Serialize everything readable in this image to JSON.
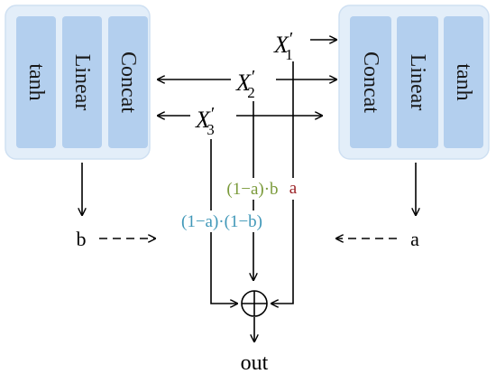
{
  "left_module": {
    "layers": [
      "tanh",
      "Linear",
      "Concat"
    ],
    "output": "b"
  },
  "right_module": {
    "layers": [
      "Concat",
      "Linear",
      "tanh"
    ],
    "output": "a"
  },
  "inputs": {
    "x1": "X",
    "x2": "X",
    "x3": "X",
    "prime": "′",
    "sub1": "1",
    "sub2": "2",
    "sub3": "3"
  },
  "weights": {
    "w1": "(1−a)·b",
    "w2": "a",
    "w3": "(1−a)·(1−b)"
  },
  "output_label": "out",
  "colors": {
    "panel_fill": "#e3eef9",
    "panel_stroke": "#cfe0f2",
    "block_fill": "#b3cfee",
    "w1_color": "#7a9a3a",
    "w2_color": "#9b2226",
    "w3_color": "#3f97b8",
    "line": "#000000"
  },
  "symbols": {
    "sum_node": "circle-cross-icon"
  }
}
